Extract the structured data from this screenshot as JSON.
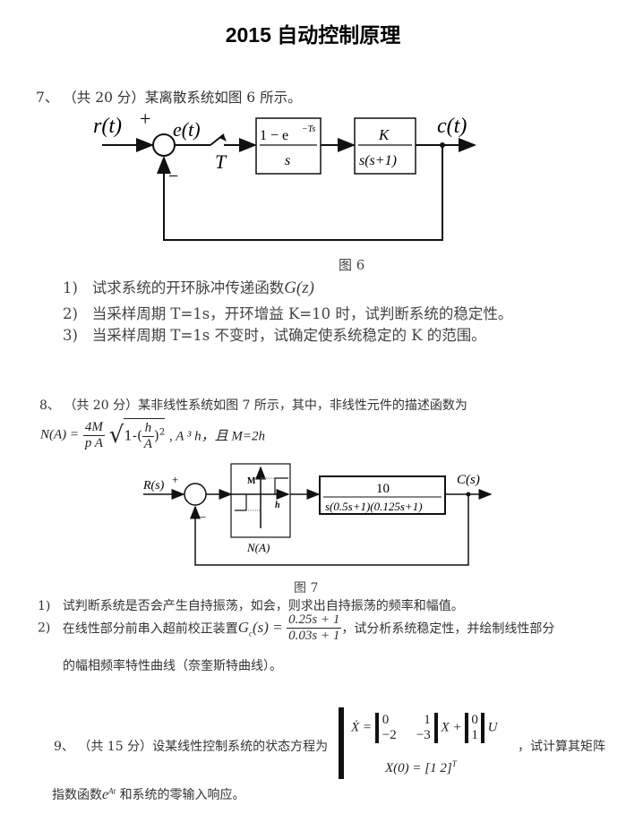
{
  "header": {
    "title": "2015 自动控制原理"
  },
  "q7": {
    "heading": "7、 （共 20 分）某离散系统如图 6 所示。",
    "diagram": {
      "input": "r(t)",
      "plus": "+",
      "minus": "−",
      "error": "e(t)",
      "sampler": "T",
      "block1_num": "1 − e",
      "block1_exp": "−Ts",
      "block1_den": "s",
      "block2_num": "K",
      "block2_den": "s(s+1)",
      "output": "c(t)"
    },
    "caption": "图 6",
    "items": [
      {
        "num": "1)",
        "text": "试求系统的开环脉冲传递函数",
        "math": "G(z)"
      },
      {
        "num": "2)",
        "text": "当采样周期 T=1s，开环增益 K=10 时，试判断系统的稳定性。"
      },
      {
        "num": "3)",
        "text": "当采样周期 T=1s 不变时，试确定使系统稳定的 K 的范围。"
      }
    ]
  },
  "q8": {
    "heading": "8、 （共 20 分）某非线性系统如图 7 所示，其中，非线性元件的描述函数为",
    "formula": {
      "lhs": "N(A) =",
      "frac_num": "4M",
      "frac_den": "p A",
      "sqrt_pre": "1-(",
      "inner_num": "h",
      "inner_den": "A",
      "sqrt_post": ")",
      "power": "2",
      "tail": ", A ³  h，且 M=2h"
    },
    "diagram": {
      "input": "R(s)",
      "plus": "+",
      "minus": "−",
      "nl_M": "M",
      "nl_h": "h",
      "nl_label": "N(A)",
      "block_num": "10",
      "block_den": "s(0.5s+1)(0.125s+1)",
      "output": "C(s)"
    },
    "caption": "图 7",
    "items": [
      {
        "num": "1)",
        "text": "试判断系统是否会产生自持振荡，如会，则求出自持振荡的频率和幅值。"
      },
      {
        "num": "2)",
        "text_a": "在线性部分前串入超前校正装置",
        "gc": "G",
        "gc_sub": "c",
        "gc_arg": "(s) =",
        "gc_num": "0.25s + 1",
        "gc_den": "0.03s + 1",
        "text_b": "，试分析系统稳定性，并绘制线性部分",
        "text_c": "的幅相频率特性曲线（奈奎斯特曲线）。"
      }
    ]
  },
  "q9": {
    "heading": "9、 （共 15 分）设某线性控制系统的状态方程为",
    "equation": {
      "xdot": "Ẋ =",
      "A": [
        [
          "0",
          "1"
        ],
        [
          "−2",
          "−3"
        ]
      ],
      "x": "X +",
      "B": [
        "0",
        "1"
      ],
      "u": "U",
      "init": "X(0) = [1   2]",
      "init_T": "T"
    },
    "tail": "，试计算其矩阵",
    "line2_a": "指数函数",
    "line2_math": "e",
    "line2_exp": "At",
    "line2_b": "和系统的零输入响应。"
  }
}
